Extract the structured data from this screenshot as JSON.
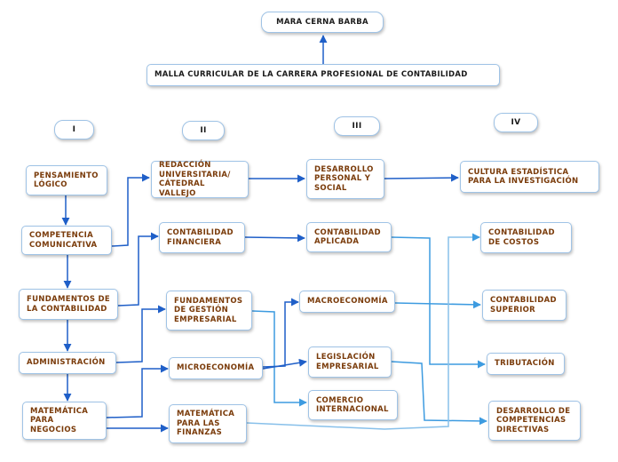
{
  "title": "MARA CERNA BARBA",
  "subtitle": "MALLA CURRICULAR DE LA CARRERA PROFESIONAL DE CONTABILIDAD",
  "columns": [
    "I",
    "II",
    "III",
    "IV"
  ],
  "nodes": {
    "pensamiento": "PENSAMIENTO\nLÓGICO",
    "competencia": "COMPETENCIA\nCOMUNICATIVA",
    "fundamentos_cont": "FUNDAMENTOS DE\nLA CONTABILIDAD",
    "administracion": "ADMINISTRACIÓN",
    "matematica_neg": "MATEMÁTICA\nPARA\nNEGOCIOS",
    "redaccion": "REDACCIÓN\nUNIVERSITARIA/\nCÁTEDRAL VALLEJO",
    "cont_financiera": "CONTABILIDAD\nFINANCIERA",
    "fund_gestion": "FUNDAMENTOS\nDE GESTIÓN\nEMPRESARIAL",
    "microeconomia": "MICROECONOMÍA",
    "mat_finanzas": "MATEMÁTICA\nPARA LAS\nFINANZAS",
    "desarrollo_personal": "DESARROLLO\nPERSONAL Y\nSOCIAL",
    "cont_aplicada": "CONTABILIDAD\nAPLICADA",
    "macroeconomia": "MACROECONOMÍA",
    "legislacion": "LEGISLACIÓN\nEMPRESARIAL",
    "comercio": "COMERCIO\nINTERNACIONAL",
    "cultura": "CULTURA ESTADÍSTICA\nPARA LA INVESTIGACIÓN",
    "cont_costos": "CONTABILIDAD\nDE COSTOS",
    "cont_superior": "CONTABILIDAD\nSUPERIOR",
    "tributacion": "TRIBUTACIÓN",
    "desarrollo_comp": "DESARROLLO DE\nCOMPETENCIAS\nDIRECTIVAS"
  },
  "colors": {
    "edge_dark": "#1f5fc8",
    "edge_light": "#3d9be0",
    "border": "#9fc3e6",
    "text": "#7a3b0a"
  }
}
